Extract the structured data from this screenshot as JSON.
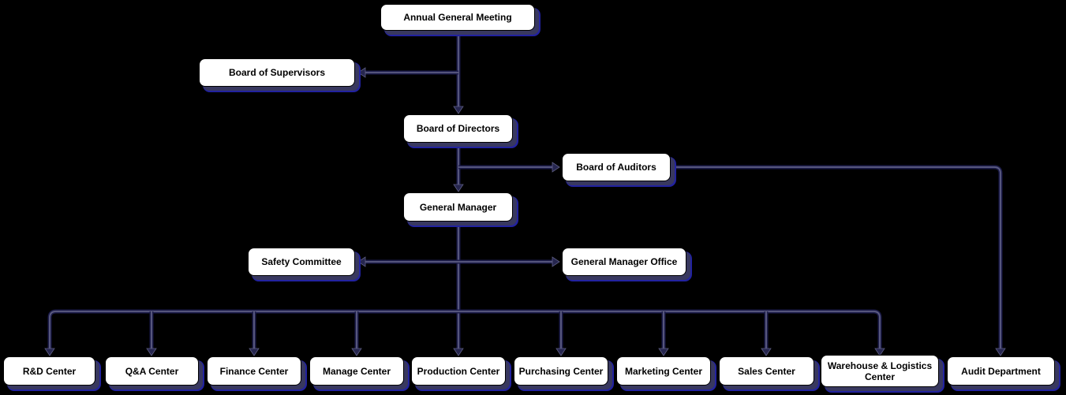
{
  "colors": {
    "background": "#000000",
    "line_dark": "#1d1d4b",
    "line_light": "#5d5d82",
    "arrow_fill": "#26264f",
    "box_fill": "#ffffff",
    "box_border": "#000000",
    "box_shadow": "#38385f",
    "box_shadow_edge": "#2222a0",
    "text": "#000000"
  },
  "nodes": {
    "annual_general_meeting": {
      "label": "Annual General Meeting"
    },
    "board_of_supervisors": {
      "label": "Board of Supervisors"
    },
    "board_of_directors": {
      "label": "Board of Directors"
    },
    "board_of_auditors": {
      "label": "Board of Auditors"
    },
    "general_manager": {
      "label": "General Manager"
    },
    "safety_committee": {
      "label": "Safety Committee"
    },
    "general_manager_office": {
      "label": "General Manager Office"
    },
    "rd_center": {
      "label": "R&D Center"
    },
    "qa_center": {
      "label": "Q&A Center"
    },
    "finance_center": {
      "label": "Finance Center"
    },
    "manage_center": {
      "label": "Manage Center"
    },
    "production_center": {
      "label": "Production Center"
    },
    "purchasing_center": {
      "label": "Purchasing Center"
    },
    "marketing_center": {
      "label": "Marketing Center"
    },
    "sales_center": {
      "label": "Sales Center"
    },
    "warehouse_logistics_center": {
      "label": "Warehouse & Logistics Center"
    },
    "audit_department": {
      "label": "Audit Department"
    }
  },
  "edges": [
    {
      "from": "annual_general_meeting",
      "to": "board_of_directors"
    },
    {
      "from": "annual_general_meeting",
      "to": "board_of_supervisors"
    },
    {
      "from": "board_of_directors",
      "to": "board_of_auditors"
    },
    {
      "from": "board_of_directors",
      "to": "general_manager"
    },
    {
      "from": "board_of_auditors",
      "to": "audit_department"
    },
    {
      "from": "general_manager",
      "to": "safety_committee"
    },
    {
      "from": "general_manager",
      "to": "general_manager_office"
    },
    {
      "from": "general_manager",
      "to": "rd_center"
    },
    {
      "from": "general_manager",
      "to": "qa_center"
    },
    {
      "from": "general_manager",
      "to": "finance_center"
    },
    {
      "from": "general_manager",
      "to": "manage_center"
    },
    {
      "from": "general_manager",
      "to": "production_center"
    },
    {
      "from": "general_manager",
      "to": "purchasing_center"
    },
    {
      "from": "general_manager",
      "to": "marketing_center"
    },
    {
      "from": "general_manager",
      "to": "sales_center"
    },
    {
      "from": "general_manager",
      "to": "warehouse_logistics_center"
    }
  ]
}
